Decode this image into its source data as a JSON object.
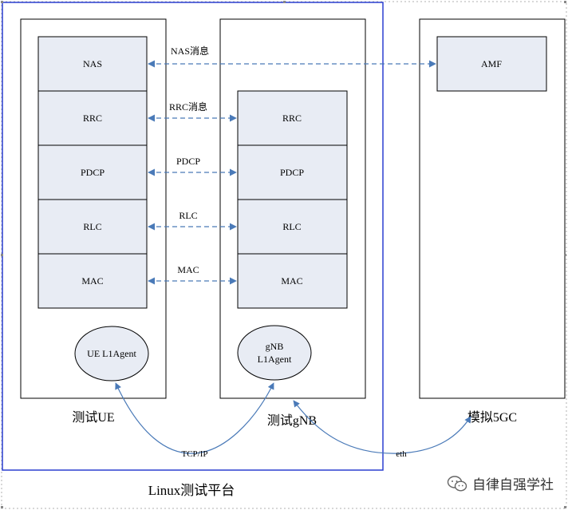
{
  "colors": {
    "layer_fill": "#e8ecf4",
    "platform_border": "#2a3fd0",
    "link_color": "#4a7ab8"
  },
  "ue": {
    "layers": [
      "NAS",
      "RRC",
      "PDCP",
      "RLC",
      "MAC"
    ],
    "agent": "UE L1Agent",
    "label": "测试UE"
  },
  "gnb": {
    "layers": [
      "RRC",
      "PDCP",
      "RLC",
      "MAC"
    ],
    "agent_line1": "gNB",
    "agent_line2": "L1Agent",
    "label": "测试gNB"
  },
  "core": {
    "amf": "AMF",
    "label": "模拟5GC"
  },
  "links": {
    "nas": "NAS消息",
    "rrc": "RRC消息",
    "pdcp": "PDCP",
    "rlc": "RLC",
    "mac": "MAC",
    "tcpip": "TCP/IP",
    "eth": "eth"
  },
  "platform": {
    "label": "Linux测试平台"
  },
  "watermark": {
    "text": "自律自强学社",
    "icon": "wechat-icon"
  }
}
